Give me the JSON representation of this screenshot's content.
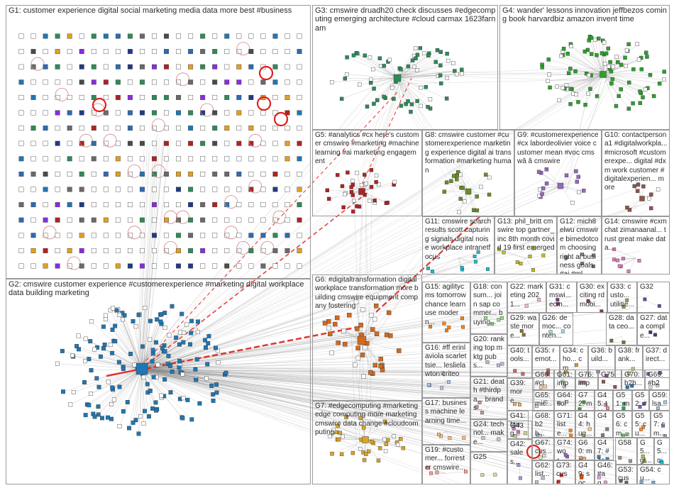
{
  "graph": {
    "title_visible": false,
    "edge_color": "#8a8a8a",
    "highlight_edge_color": "#e0201b",
    "groups": [
      {
        "id": "G1",
        "label": "G1: customer experience digital social marketing media data more best #business",
        "color": "#3a3a8a"
      },
      {
        "id": "G2",
        "label": "G2: cmswire customer experience #customerexperience #marketing digital workplace data building marketing",
        "color": "#1f77b4"
      },
      {
        "id": "G3",
        "label": "G3: cmswire druadh20 check discusses #edgecomputing emerging architecture #cloud carmax 1623farnam",
        "color": "#2e8b57"
      },
      {
        "id": "G4",
        "label": "G4: wander' lessons innovation jeffbezos coming book harvardbiz amazon invent time",
        "color": "#2ca02c"
      },
      {
        "id": "G5",
        "label": "G5: #analytics #cx here's customer cmswire #marketing #machinelearning #ai marketing engagement",
        "color": "#b22222"
      },
      {
        "id": "G6",
        "label": "G6: #digitaltransformation digital workplace transformation more building cmswire equipment company fostering",
        "color": "#d2691e"
      },
      {
        "id": "G7",
        "label": "G7: #edgecomputing #marketing edge computing more marketing cmswire data change #cloudcomputing",
        "color": "#daa520"
      },
      {
        "id": "G8",
        "label": "G8: cmswire customer #customerexperience marketing experience digital ai transformation #marketing human",
        "color": "#6b8e23"
      },
      {
        "id": "G9",
        "label": "G9: #customerexperience #cx labordeolivier voice customer mean #voc cmswâ â cmswire",
        "color": "#9467bd"
      },
      {
        "id": "G10",
        "label": "G10: contactpersona1 #digitalworkpla... #microsoft #customerexpe... digital #dxm work customer #digitalexperien... more",
        "color": "#8c564b"
      },
      {
        "id": "G11",
        "label": "G11: cmswire search results scott capturing signals digital noise workplace intranetfocus",
        "color": "#17becf"
      },
      {
        "id": "G12",
        "label": "G12: mich8elwu cmswire bimedotcom choosing right ai business goals #ai #ml",
        "color": "#7f7f7f"
      },
      {
        "id": "G13",
        "label": "G13: phil_britt cmswire top gartner_inc 8th month covid 19 first emerged",
        "color": "#bcbd22"
      },
      {
        "id": "G14",
        "label": "G14: cmswire #cxmchat zimanaanal... trust great make data...",
        "color": "#e377c2"
      },
      {
        "id": "G15",
        "label": "G15: agilitycms tomorrow chance learn use modern...",
        "color": "#ff7f0e"
      },
      {
        "id": "G16",
        "label": "G16: #ff erinlaviola scarlettsie... leslielawton criteo",
        "color": "#aec7e8"
      },
      {
        "id": "G17",
        "label": "G17: business machine learning time...",
        "color": "#ffbb78"
      },
      {
        "id": "G18",
        "label": "G18: consum... join sap commer... buying...",
        "color": "#98df8a"
      },
      {
        "id": "G19",
        "label": "G19: #customer... forrester cmswire...",
        "color": "#ff9896"
      },
      {
        "id": "G20",
        "label": "G20: ranking top mktg pubs...",
        "color": "#c5b0d5"
      },
      {
        "id": "G21",
        "label": "G21: death #thirdpa... brands...",
        "color": "#c49c94"
      },
      {
        "id": "G22",
        "label": "G22: marketing 2021...",
        "color": "#f7b6d2"
      },
      {
        "id": "G24",
        "label": "G24: technol... make...",
        "color": "#c7c7c7"
      },
      {
        "id": "G25",
        "label": "G25",
        "color": "#dbdb8d"
      },
      {
        "id": "G26",
        "label": "G26: democ... conten...",
        "color": "#9edae5"
      },
      {
        "id": "G27",
        "label": "G27: data comple...",
        "color": "#393b79"
      },
      {
        "id": "G28",
        "label": "G28: data ceo...",
        "color": "#637939"
      },
      {
        "id": "G29",
        "label": "G29: waste more...",
        "color": "#8c6d31"
      },
      {
        "id": "G30",
        "label": "G30: exciting rdmobi...",
        "color": "#843c39"
      },
      {
        "id": "G31",
        "label": "G31: cmswi... ecm...",
        "color": "#7b4173"
      },
      {
        "id": "G32",
        "label": "G32",
        "color": "#5254a3"
      },
      {
        "id": "G33",
        "label": "G33: custo... utilitie...",
        "color": "#8ca252"
      },
      {
        "id": "G34",
        "label": "G34: cho... cm...",
        "color": "#bd9e39"
      },
      {
        "id": "G35",
        "label": "G35: remot...",
        "color": "#ad494a"
      },
      {
        "id": "G36",
        "label": "G36: build...",
        "color": "#a55194"
      },
      {
        "id": "G37",
        "label": "G37: direct...",
        "color": "#6b6ecf"
      },
      {
        "id": "G38",
        "label": "G38: frank...",
        "color": "#b5cf6b"
      },
      {
        "id": "G39",
        "label": "G39: more...",
        "color": "#e7ba52"
      },
      {
        "id": "G40",
        "label": "G40: tools...",
        "color": "#d6616b"
      },
      {
        "id": "G41",
        "label": "G41: taug...",
        "color": "#ce6dbd"
      },
      {
        "id": "G42",
        "label": "G42: sales...",
        "color": "#9c9ede"
      },
      {
        "id": "G43",
        "label": "G43",
        "color": "#cedb9c"
      },
      {
        "id": "G44",
        "label": "G44: hug...",
        "color": "#e7cb94"
      },
      {
        "id": "G45",
        "label": "G45: thi...",
        "color": "#e7969c"
      },
      {
        "id": "G46",
        "label": "G46: #ag...",
        "color": "#de9ed6"
      },
      {
        "id": "G47",
        "label": "G47: #ze...",
        "color": "#3182bd"
      },
      {
        "id": "G49",
        "label": "G49: soci...",
        "color": "#e6550d"
      },
      {
        "id": "G51",
        "label": "G51: mo...",
        "color": "#31a354"
      },
      {
        "id": "G52",
        "label": "G52: #m...",
        "color": "#756bb1"
      },
      {
        "id": "G53",
        "label": "G53: cust...",
        "color": "#636363"
      },
      {
        "id": "G54",
        "label": "G54: cu...",
        "color": "#6baed6"
      },
      {
        "id": "G55",
        "label": "G55: cu...",
        "color": "#fd8d3c"
      },
      {
        "id": "G56",
        "label": "G56: cm...",
        "color": "#74c476"
      },
      {
        "id": "G57",
        "label": "G57: cm...",
        "color": "#9e9ac8"
      },
      {
        "id": "G58",
        "label": "G58",
        "color": "#969696"
      },
      {
        "id": "G59",
        "label": "G59: lsa...",
        "color": "#9ecae1"
      },
      {
        "id": "G60",
        "label": "G60: me...",
        "color": "#fdae6b"
      },
      {
        "id": "G61",
        "label": "G61: impr...",
        "color": "#a1d99b"
      },
      {
        "id": "G62",
        "label": "G62: list...",
        "color": "#bcbddc"
      },
      {
        "id": "G64",
        "label": "G64: solu...",
        "color": "#bdbdbd"
      },
      {
        "id": "G65",
        "label": "G65: mic...",
        "color": "#c6dbef"
      },
      {
        "id": "G66",
        "label": "G66: #clo...",
        "color": "#fdd0a2"
      },
      {
        "id": "G67",
        "label": "G67: cus...",
        "color": "#c7e9c0"
      },
      {
        "id": "G68",
        "label": "G68: b2b...",
        "color": "#dadaeb"
      },
      {
        "id": "G69",
        "label": "G69: #b2c...",
        "color": "#d9d9d9"
      },
      {
        "id": "G70",
        "label": "G70: b2b...",
        "color": "#1f77b4"
      },
      {
        "id": "G71",
        "label": "G71: liste...",
        "color": "#ff7f0e"
      },
      {
        "id": "G72",
        "label": "G72: mor...",
        "color": "#2ca02c"
      },
      {
        "id": "G73",
        "label": "G73: cust...",
        "color": "#d62728"
      },
      {
        "id": "G74",
        "label": "G74: wor...",
        "color": "#9467bd"
      },
      {
        "id": "G75",
        "label": "G75",
        "color": "#8c564b"
      },
      {
        "id": "G76",
        "label": "G76: impr...",
        "color": "#e377c2"
      },
      {
        "id": "G4x",
        "label": "G4",
        "color": "#7f7f7f"
      },
      {
        "id": "G5x1",
        "label": "G5... gt...",
        "color": "#bcbd22"
      },
      {
        "id": "G5x2",
        "label": "G5... cm...",
        "color": "#17becf"
      }
    ]
  }
}
